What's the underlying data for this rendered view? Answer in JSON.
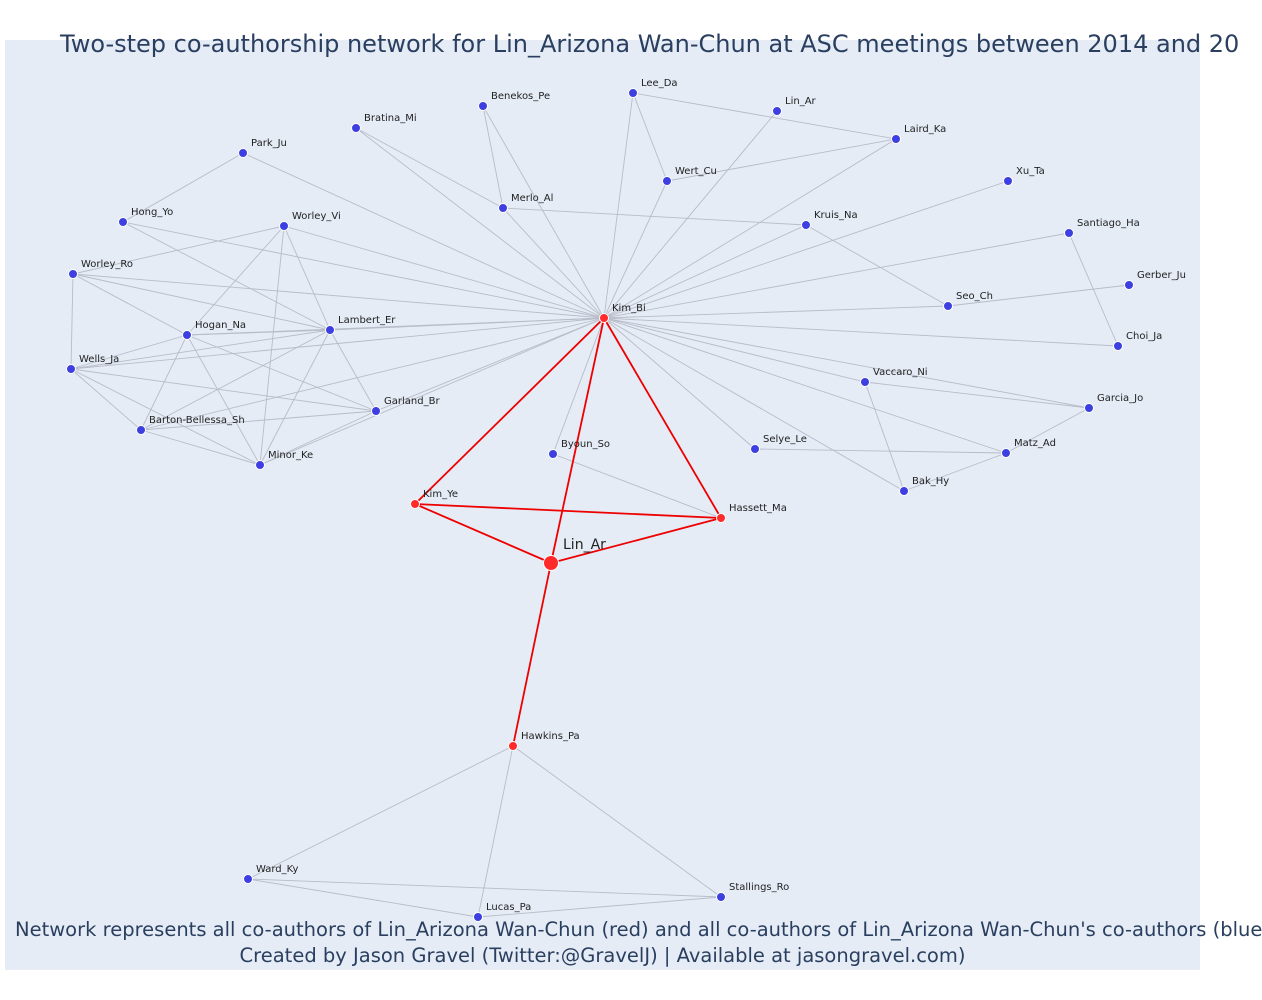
{
  "title": "Two-step co-authorship network for Lin_Arizona Wan-Chun at ASC meetings between 2014 and 20",
  "caption": {
    "line1": "Network represents all co-authors of Lin_Arizona Wan-Chun (red) and all co-authors of Lin_Arizona Wan-Chun's co-authors (blue",
    "line2": "Created by Jason Gravel (Twitter:@GravelJ) | Available at jasongravel.com)"
  },
  "colors": {
    "plot_bg": "#e5ecf6",
    "red_node": "#ff2a2a",
    "blue_node": "#3d3fe0",
    "red_edge": "#ee0000",
    "gray_edge": "#b8bcc8",
    "title": "#2a3f5f"
  },
  "chart_data": {
    "type": "network",
    "focal_author": "Lin_Ar",
    "nodes": [
      {
        "id": "Lin_Ar",
        "group": "focal"
      },
      {
        "id": "Kim_Bi",
        "group": "coauthor"
      },
      {
        "id": "Kim_Ye",
        "group": "coauthor"
      },
      {
        "id": "Hassett_Ma",
        "group": "coauthor"
      },
      {
        "id": "Hawkins_Pa",
        "group": "coauthor"
      },
      {
        "id": "Lee_Da",
        "group": "second"
      },
      {
        "id": "Lin_Ar",
        "group": "second",
        "key": "Lin_Ar_2"
      },
      {
        "id": "Laird_Ka",
        "group": "second"
      },
      {
        "id": "Benekos_Pe",
        "group": "second"
      },
      {
        "id": "Bratina_Mi",
        "group": "second"
      },
      {
        "id": "Park_Ju",
        "group": "second"
      },
      {
        "id": "Wert_Cu",
        "group": "second"
      },
      {
        "id": "Xu_Ta",
        "group": "second"
      },
      {
        "id": "Merlo_Al",
        "group": "second"
      },
      {
        "id": "Hong_Yo",
        "group": "second"
      },
      {
        "id": "Worley_Vi",
        "group": "second"
      },
      {
        "id": "Kruis_Na",
        "group": "second"
      },
      {
        "id": "Santiago_Ha",
        "group": "second"
      },
      {
        "id": "Worley_Ro",
        "group": "second"
      },
      {
        "id": "Gerber_Ju",
        "group": "second"
      },
      {
        "id": "Seo_Ch",
        "group": "second"
      },
      {
        "id": "Lambert_Er",
        "group": "second"
      },
      {
        "id": "Hogan_Na",
        "group": "second"
      },
      {
        "id": "Choi_Ja",
        "group": "second"
      },
      {
        "id": "Wells_Ja",
        "group": "second"
      },
      {
        "id": "Vaccaro_Ni",
        "group": "second"
      },
      {
        "id": "Garland_Br",
        "group": "second"
      },
      {
        "id": "Garcia_Jo",
        "group": "second"
      },
      {
        "id": "Barton-Bellessa_Sh",
        "group": "second"
      },
      {
        "id": "Byoun_So",
        "group": "second"
      },
      {
        "id": "Selye_Le",
        "group": "second"
      },
      {
        "id": "Matz_Ad",
        "group": "second"
      },
      {
        "id": "Minor_Ke",
        "group": "second"
      },
      {
        "id": "Bak_Hy",
        "group": "second"
      },
      {
        "id": "Ward_Ky",
        "group": "second"
      },
      {
        "id": "Stallings_Ro",
        "group": "second"
      },
      {
        "id": "Lucas_Pa",
        "group": "second"
      }
    ],
    "edges": [
      [
        "Lin_Ar",
        "Kim_Bi"
      ],
      [
        "Lin_Ar",
        "Kim_Ye"
      ],
      [
        "Lin_Ar",
        "Hassett_Ma"
      ],
      [
        "Lin_Ar",
        "Hawkins_Pa"
      ],
      [
        "Kim_Bi",
        "Kim_Ye"
      ],
      [
        "Kim_Bi",
        "Hassett_Ma"
      ],
      [
        "Kim_Ye",
        "Hassett_Ma"
      ],
      [
        "Kim_Bi",
        "Lee_Da"
      ],
      [
        "Kim_Bi",
        "Lin_Ar_2"
      ],
      [
        "Kim_Bi",
        "Laird_Ka"
      ],
      [
        "Kim_Bi",
        "Benekos_Pe"
      ],
      [
        "Kim_Bi",
        "Bratina_Mi"
      ],
      [
        "Kim_Bi",
        "Park_Ju"
      ],
      [
        "Kim_Bi",
        "Wert_Cu"
      ],
      [
        "Kim_Bi",
        "Xu_Ta"
      ],
      [
        "Kim_Bi",
        "Merlo_Al"
      ],
      [
        "Kim_Bi",
        "Hong_Yo"
      ],
      [
        "Kim_Bi",
        "Worley_Vi"
      ],
      [
        "Kim_Bi",
        "Kruis_Na"
      ],
      [
        "Kim_Bi",
        "Santiago_Ha"
      ],
      [
        "Kim_Bi",
        "Worley_Ro"
      ],
      [
        "Kim_Bi",
        "Seo_Ch"
      ],
      [
        "Kim_Bi",
        "Lambert_Er"
      ],
      [
        "Kim_Bi",
        "Hogan_Na"
      ],
      [
        "Kim_Bi",
        "Choi_Ja"
      ],
      [
        "Kim_Bi",
        "Wells_Ja"
      ],
      [
        "Kim_Bi",
        "Vaccaro_Ni"
      ],
      [
        "Kim_Bi",
        "Garland_Br"
      ],
      [
        "Kim_Bi",
        "Garcia_Jo"
      ],
      [
        "Kim_Bi",
        "Barton-Bellessa_Sh"
      ],
      [
        "Kim_Bi",
        "Byoun_So"
      ],
      [
        "Kim_Bi",
        "Selye_Le"
      ],
      [
        "Kim_Bi",
        "Matz_Ad"
      ],
      [
        "Kim_Bi",
        "Minor_Ke"
      ],
      [
        "Kim_Bi",
        "Bak_Hy"
      ],
      [
        "Lee_Da",
        "Wert_Cu"
      ],
      [
        "Lee_Da",
        "Laird_Ka"
      ],
      [
        "Laird_Ka",
        "Wert_Cu"
      ],
      [
        "Benekos_Pe",
        "Merlo_Al"
      ],
      [
        "Bratina_Mi",
        "Merlo_Al"
      ],
      [
        "Merlo_Al",
        "Kruis_Na"
      ],
      [
        "Park_Ju",
        "Hong_Yo"
      ],
      [
        "Hong_Yo",
        "Lambert_Er"
      ],
      [
        "Kruis_Na",
        "Seo_Ch"
      ],
      [
        "Seo_Ch",
        "Gerber_Ju"
      ],
      [
        "Santiago_Ha",
        "Choi_Ja"
      ],
      [
        "Worley_Vi",
        "Worley_Ro"
      ],
      [
        "Worley_Vi",
        "Hogan_Na"
      ],
      [
        "Worley_Vi",
        "Lambert_Er"
      ],
      [
        "Worley_Vi",
        "Minor_Ke"
      ],
      [
        "Worley_Ro",
        "Lambert_Er"
      ],
      [
        "Worley_Ro",
        "Hogan_Na"
      ],
      [
        "Worley_Ro",
        "Wells_Ja"
      ],
      [
        "Lambert_Er",
        "Hogan_Na"
      ],
      [
        "Lambert_Er",
        "Wells_Ja"
      ],
      [
        "Lambert_Er",
        "Garland_Br"
      ],
      [
        "Lambert_Er",
        "Barton-Bellessa_Sh"
      ],
      [
        "Lambert_Er",
        "Minor_Ke"
      ],
      [
        "Hogan_Na",
        "Wells_Ja"
      ],
      [
        "Hogan_Na",
        "Garland_Br"
      ],
      [
        "Hogan_Na",
        "Barton-Bellessa_Sh"
      ],
      [
        "Hogan_Na",
        "Minor_Ke"
      ],
      [
        "Wells_Ja",
        "Garland_Br"
      ],
      [
        "Wells_Ja",
        "Barton-Bellessa_Sh"
      ],
      [
        "Wells_Ja",
        "Minor_Ke"
      ],
      [
        "Garland_Br",
        "Barton-Bellessa_Sh"
      ],
      [
        "Garland_Br",
        "Minor_Ke"
      ],
      [
        "Barton-Bellessa_Sh",
        "Minor_Ke"
      ],
      [
        "Byoun_So",
        "Hassett_Ma"
      ],
      [
        "Vaccaro_Ni",
        "Garcia_Jo"
      ],
      [
        "Vaccaro_Ni",
        "Bak_Hy"
      ],
      [
        "Garcia_Jo",
        "Matz_Ad"
      ],
      [
        "Selye_Le",
        "Matz_Ad"
      ],
      [
        "Matz_Ad",
        "Bak_Hy"
      ],
      [
        "Hawkins_Pa",
        "Ward_Ky"
      ],
      [
        "Hawkins_Pa",
        "Lucas_Pa"
      ],
      [
        "Hawkins_Pa",
        "Stallings_Ro"
      ],
      [
        "Ward_Ky",
        "Stallings_Ro"
      ],
      [
        "Ward_Ky",
        "Lucas_Pa"
      ],
      [
        "Lucas_Pa",
        "Stallings_Ro"
      ]
    ]
  }
}
